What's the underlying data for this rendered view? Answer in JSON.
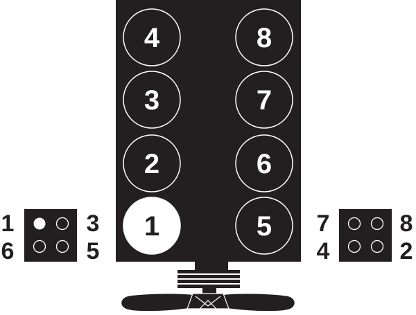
{
  "colors": {
    "background": "#ffffff",
    "block": "#231f20",
    "ink": "#231f20",
    "lead_cylinder": "#ffffff",
    "outline": "#ffffff"
  },
  "block": {
    "left_bank": [
      {
        "label": "4",
        "highlighted": false
      },
      {
        "label": "3",
        "highlighted": false
      },
      {
        "label": "2",
        "highlighted": false
      },
      {
        "label": "1",
        "highlighted": true
      }
    ],
    "right_bank": [
      {
        "label": "8"
      },
      {
        "label": "7"
      },
      {
        "label": "6"
      },
      {
        "label": "5"
      }
    ]
  },
  "left_coil": {
    "labels": {
      "top_left": "1",
      "bottom_left": "6",
      "top_right": "3",
      "bottom_right": "5"
    },
    "filled_terminal": "top-left"
  },
  "right_coil": {
    "labels": {
      "top_left": "7",
      "bottom_left": "4",
      "top_right": "8",
      "bottom_right": "2"
    }
  },
  "icons": [
    "engine-block-icon",
    "coil-pack-icon",
    "fan-icon"
  ]
}
